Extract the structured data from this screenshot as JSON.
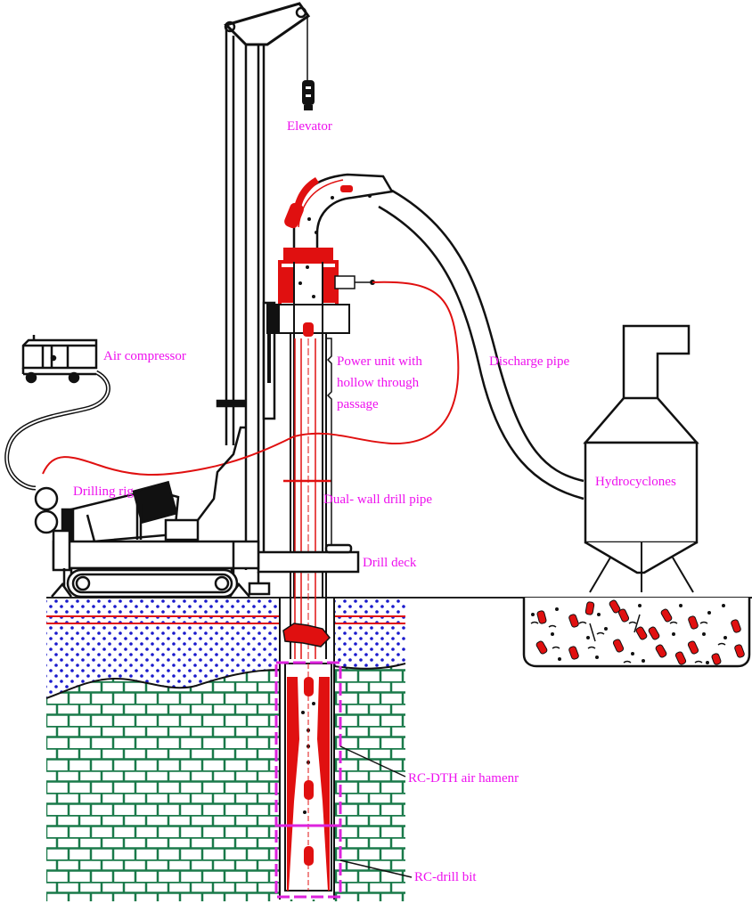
{
  "diagram": {
    "type": "reverse-circulation DTH drilling system schematic",
    "labels": {
      "elevator": "Elevator",
      "air_compressor": "Air compressor",
      "power_unit": [
        "Power unit with",
        "hollow through",
        "passage"
      ],
      "discharge_pipe": "Discharge pipe",
      "drilling_rig": "Drilling rig",
      "dual_wall_pipe": "Dual- wall drill pipe",
      "drill_deck": "Drill deck",
      "hydrocyclones": "Hydrocyclones",
      "rc_dth_hammer": "RC-DTH air hamenr",
      "rc_drill_bit": "RC-drill bit"
    },
    "colors": {
      "label": "#ee10ee",
      "red_parts": "#e01010",
      "line": "#111111",
      "soil_dots": "#1a1acc",
      "brick": "#1a7a4a",
      "hammer_outline": "#dd22dd"
    }
  }
}
